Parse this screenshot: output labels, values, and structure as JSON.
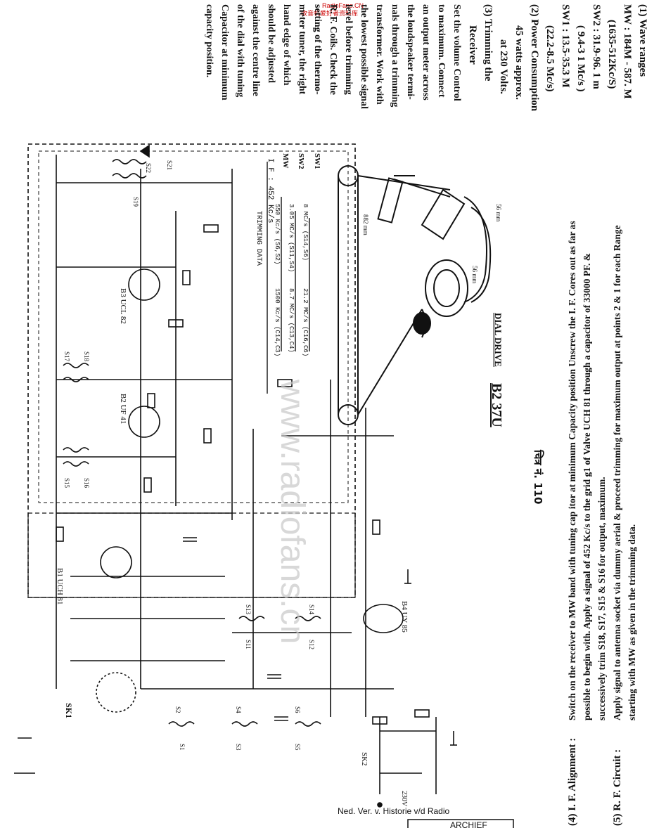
{
  "watermark_top": {
    "line1": "RadioFans.CN",
    "line2": "收音机爱好者资料库"
  },
  "watermark_center": "www.radiofans.cn",
  "specs": {
    "wave_ranges_heading": "(1) Wave ranges",
    "mw_range": "MW : 184M - 587. M",
    "mw_freq": "(1635-512Kc/S)",
    "sw2_range": "SW2 : 31.9-96. 1 m",
    "sw2_freq": "( 9.4-3 1 Mc/s )",
    "sw1_range": "SW1 : 13.5-35.3 M",
    "sw1_freq": "(22.2-8.5 Mc/s)",
    "power_heading": "(2) Power Consumption",
    "power_line1": "45 watts approx.",
    "power_line2": "at 230 Volts.",
    "trimming_heading": "(3) Trimming the",
    "trimming_receiver": "Receiver",
    "trim_text": [
      "Set the volume Control",
      "to maximum. Connect",
      "an output meter across",
      "the loudspeaker termi-",
      "nals through a trimming",
      "transformer. Work with",
      "the lowest possible signal",
      "level before trimming",
      "R. F. Coils. Check the",
      "setting of the thermo-",
      "meter tuner, the right",
      "hand edge of which",
      "should be adjusted",
      "against the centre line",
      "of the dial with tuning",
      "Capacitor at minimum",
      "capacity position."
    ]
  },
  "trimming_data": {
    "title": "TRIMMING DATA",
    "if_label": "I F : 452 Kc/s",
    "mw": "MW",
    "sw2": "SW2",
    "sw1": "SW1",
    "row_mw_low": "1500 Kc/s (C14,C3)",
    "row_mw_high": "550 Kc/s (S6,S2)",
    "row_sw2_low": "8.7 MC/s (C13,C4)",
    "row_sw2_high": "3.05 MC/s (S11,S4)",
    "row_sw1_low": "21.2 MC/s (C16,C6)",
    "row_sw1_high": "8 MC/s (S14,S6)"
  },
  "dial": {
    "label": "DIAL DRIVE",
    "dim1": "882 mm",
    "dim2": "56 mm",
    "dim3": "56 mm"
  },
  "model": "B2 37U",
  "figure_no": "चित्र नं. 110",
  "alignment": {
    "if_heading": "(4) I. F. Alignment :",
    "if_text": [
      "Switch on the receiver to MW band with tuning cap itor at minimum Capacity position Unscrew the I. F. Cores out as far as",
      "possible to begin with. Apply a signal of 452 Kc/s to the grid g1 of Valve UCH 81 through a capacitor of 33000 PF. &",
      "successively trim S18, S17, S15 & S16 for output, maximum."
    ],
    "rf_heading": "(5) R. F. Circuit :",
    "rf_text": [
      "Apply signal to antenna socket via dummy aerial & proceed trimming for maximum output at points 2 & 1 for each Range",
      "starting with MW as given in the trimming data."
    ]
  },
  "footer": {
    "credit": "Ned. Ver. v. Historie v/d Radio",
    "archive": "ARCHIEF"
  },
  "components": {
    "valves": [
      "B1 UCH 81",
      "B2 UF 41",
      "B3 UCL 82",
      "B4 UY 85"
    ],
    "switch": "SK1",
    "switch2": "SK2",
    "mains": "230V",
    "coils": [
      "S1",
      "S2",
      "S3",
      "S4",
      "S5",
      "S6",
      "S11",
      "S12",
      "S13",
      "S14",
      "S15",
      "S16",
      "S17",
      "S18"
    ],
    "output": "S19",
    "speaker_coil": "S21",
    "speaker": "S22"
  }
}
